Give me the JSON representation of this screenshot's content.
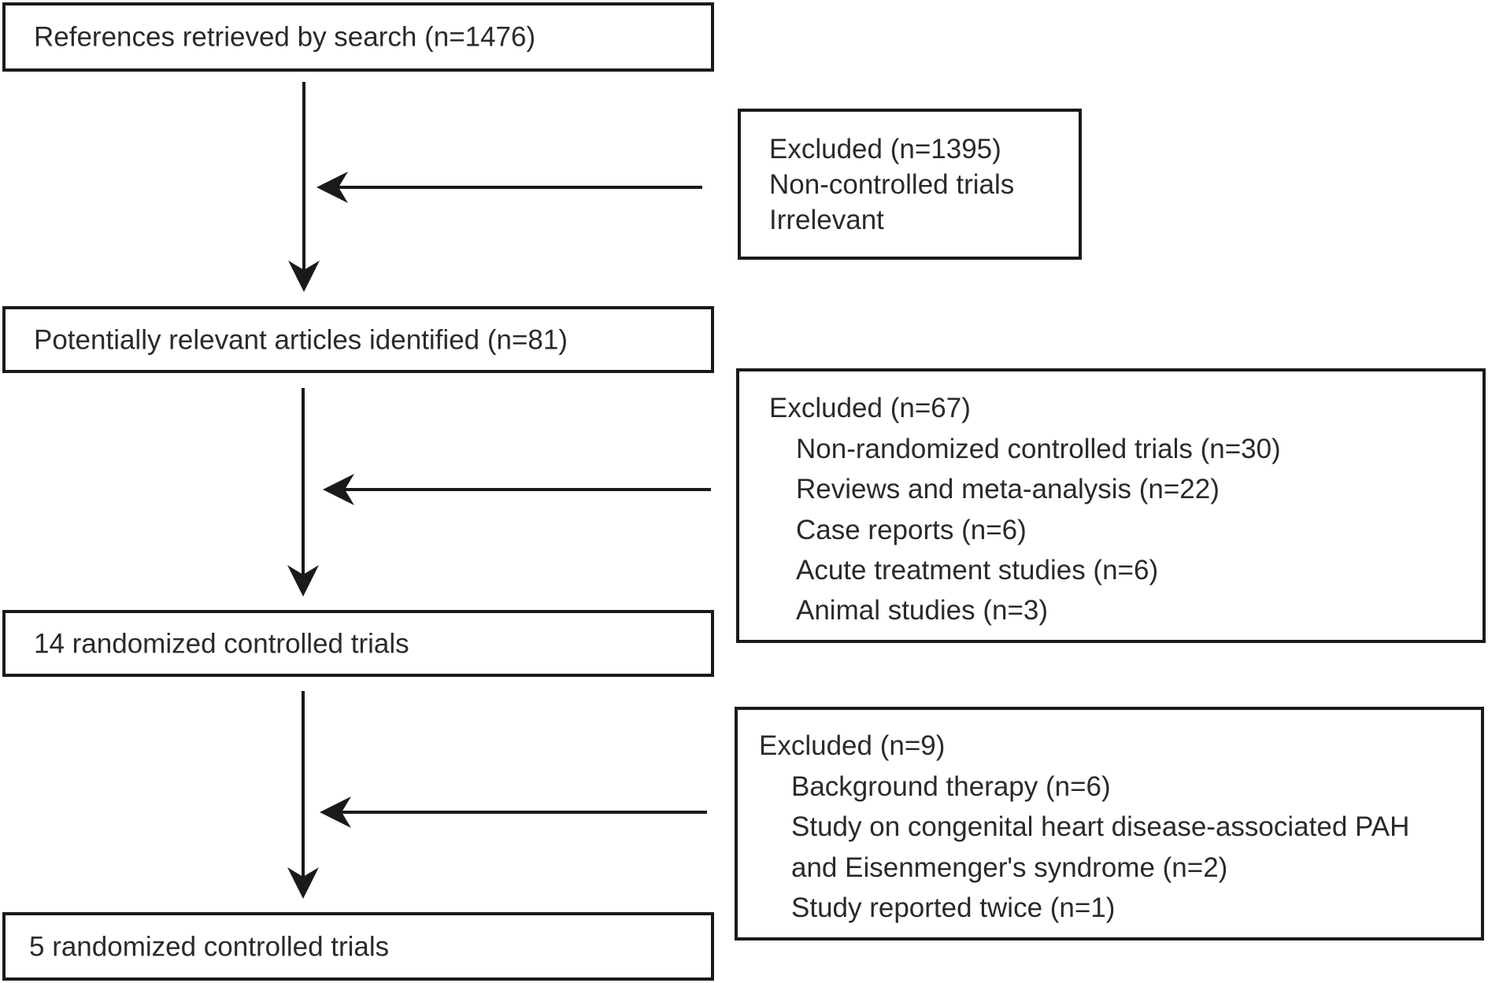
{
  "flow_steps": [
    {
      "label": "References retrieved by search (n=1476)"
    },
    {
      "label": "Potentially relevant articles identified (n=81)"
    },
    {
      "label": "14 randomized controlled trials"
    },
    {
      "label": "5 randomized controlled trials"
    }
  ],
  "exclusions": [
    {
      "title": "Excluded (n=1395)",
      "items": [
        "Non-controlled trials",
        "Irrelevant"
      ]
    },
    {
      "title": "Excluded (n=67)",
      "items": [
        "Non-randomized controlled trials (n=30)",
        "Reviews and meta-analysis (n=22)",
        "Case reports (n=6)",
        "Acute treatment studies (n=6)",
        "Animal studies (n=3)"
      ]
    },
    {
      "title": "Excluded (n=9)",
      "items": [
        "Background therapy (n=6)",
        "Study on congenital heart disease-associated PAH",
        "and Eisenmenger's syndrome (n=2)",
        "Study reported twice (n=1)"
      ]
    }
  ],
  "colors": {
    "line": "#1a1a1a",
    "text": "#2a2a2a"
  }
}
